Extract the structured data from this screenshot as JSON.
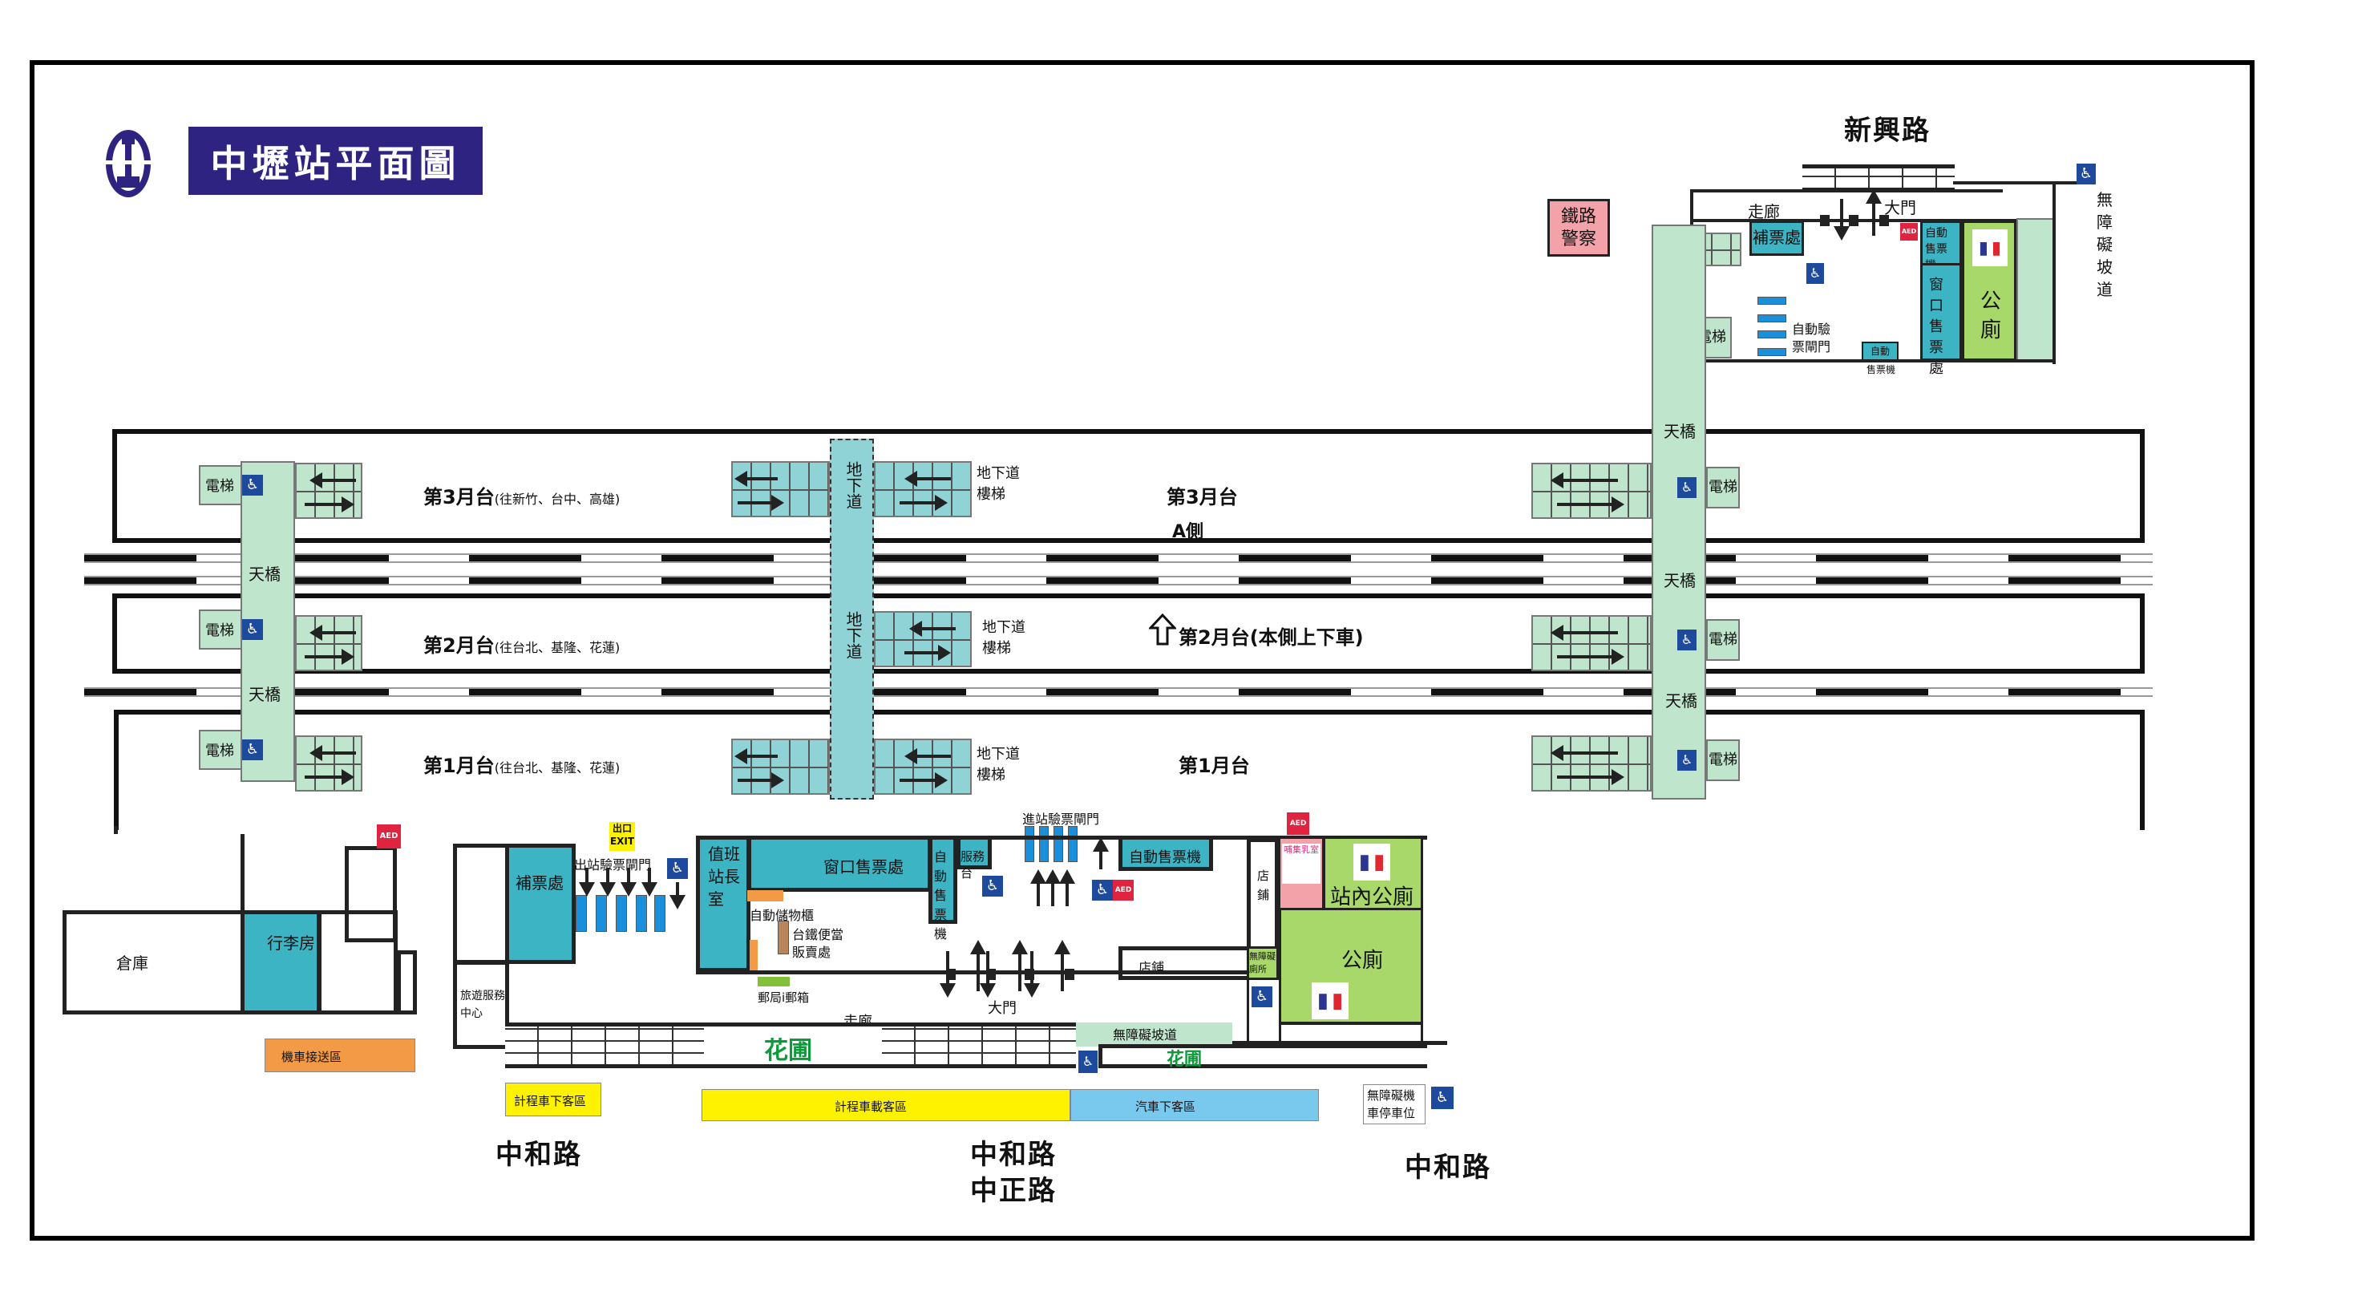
{
  "header": {
    "title": "中壢站平面圖",
    "logo_icon": "taiwan-railway-logo-icon"
  },
  "roads": {
    "north": "新興路",
    "south_left": "中和路",
    "south_center_1": "中和路",
    "south_center_2": "中正路",
    "south_right": "中和路"
  },
  "north_building": {
    "railway_police": "鐵路警察",
    "corridor": "走廊",
    "main_gate": "大門",
    "fare_adjustment": "補票處",
    "auto_gates": "自動驗票閘門",
    "ticket_machine_small_1": "自動",
    "ticket_machine_small_2": "售票機",
    "ticket_vending": "自動售票機",
    "ticket_window": "窗口售票處",
    "toilet": "公廁",
    "elevator": "電梯",
    "ramp": "無障礙坡道",
    "aed": "AED"
  },
  "platforms": {
    "p3_label": "第3月台",
    "p3_dest": "(往新竹、台中、高雄)",
    "p3_center": "第3月台",
    "a_side": "A側",
    "p2_label": "第2月台",
    "p2_dest": "(往台北、基隆、花蓮)",
    "p2_center": "第2月台(本側上下車)",
    "p1_label": "第1月台",
    "p1_dest": "(往台北、基隆、花蓮)",
    "p1_center": "第1月台",
    "elevator": "電梯",
    "overpass": "天橋",
    "underpass": "地下道",
    "underpass_stairs_1": "地下道",
    "underpass_stairs_2": "樓梯"
  },
  "south_building": {
    "warehouse": "倉庫",
    "luggage": "行李房",
    "tourist_center": "旅遊服務中心",
    "fare_adjustment": "補票處",
    "exit_sign_1": "出口",
    "exit_sign_2": "EXIT",
    "exit_gates": "出站驗票閘門",
    "station_master": "值班站長室",
    "ticket_window": "窗口售票處",
    "ticket_machine_v": "自動售票機",
    "service_desk": "服務台",
    "entry_gates": "進站驗票閘門",
    "ticket_machines": "自動售票機",
    "lockers": "自動儲物櫃",
    "bento_1": "台鐵便當",
    "bento_2": "販賣處",
    "post": "郵局i郵箱",
    "shop_v": "店鋪",
    "shop": "店鋪",
    "accessible_toilet": "無障礙廁所",
    "nursing_room": "哺集乳室",
    "inner_toilet": "站內公廁",
    "toilet": "公廁",
    "main_gate": "大門",
    "corridor": "走廊",
    "garden": "花圃",
    "ramp": "無障礙坡道",
    "garden2": "花圃"
  },
  "zones": {
    "scooter": "機車接送區",
    "taxi_dropoff": "計程車下客區",
    "taxi_pickup": "計程車載客區",
    "car_dropoff": "汽車下客區",
    "accessible_parking": "無障礙機車停車位"
  },
  "colors": {
    "title_bg": "#2e2381",
    "room_cyan": "#3db4c4",
    "stair_green": "#bfe5cc",
    "underpass_teal": "#8fd3d6",
    "toilet_lime": "#a8d86a",
    "gate_blue": "#1a8fdc",
    "aed_red": "#e0243f",
    "accessible_blue": "#1d4a9c",
    "police_pink": "#f4a2aa",
    "taxi_yellow": "#fef200",
    "car_blue": "#79c8ee",
    "scooter_orange": "#f29a45",
    "garden_green": "#0c9a3b"
  },
  "icons": {
    "wheelchair": "♿",
    "man": "🚹",
    "woman": "🚺"
  }
}
